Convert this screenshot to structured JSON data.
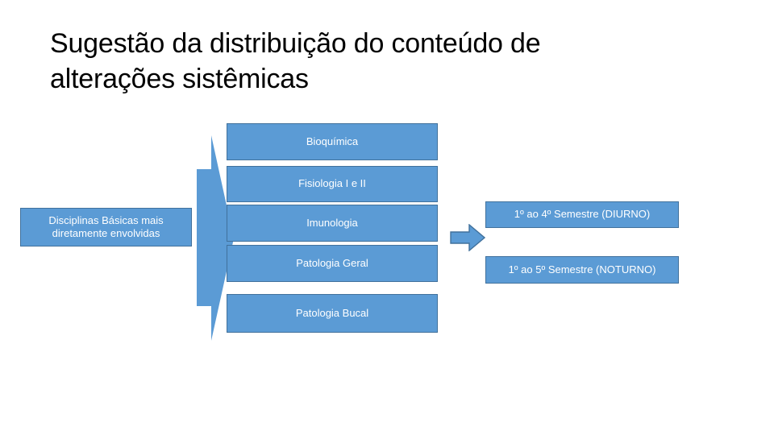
{
  "slide": {
    "title": "Sugestão da distribuição do conteúdo de alterações sistêmicas",
    "background_color": "#FFFFFF",
    "accent_fill": "#5B9BD5",
    "accent_border": "#41719C",
    "text_color_on_box": "#FFFFFF",
    "title_color": "#000000"
  },
  "source_group": {
    "label": "Disciplinas Básicas mais\ndiretamente envolvidas"
  },
  "arrows": [
    {
      "name": "left-chevron-arrow",
      "direction": "right",
      "color": "#5B9BD5"
    },
    {
      "name": "right-block-arrow",
      "direction": "right",
      "color": "#5B9BD5",
      "border": "#41719C"
    }
  ],
  "disciplines": [
    {
      "label": "Bioquímica"
    },
    {
      "label": "Fisiologia I e II"
    },
    {
      "label": "Imunologia"
    },
    {
      "label": "Patologia Geral"
    },
    {
      "label": "Patologia Bucal"
    }
  ],
  "semesters": [
    {
      "label": "1º ao 4º Semestre (DIURNO)"
    },
    {
      "label": "1º ao 5º Semestre (NOTURNO)"
    }
  ]
}
